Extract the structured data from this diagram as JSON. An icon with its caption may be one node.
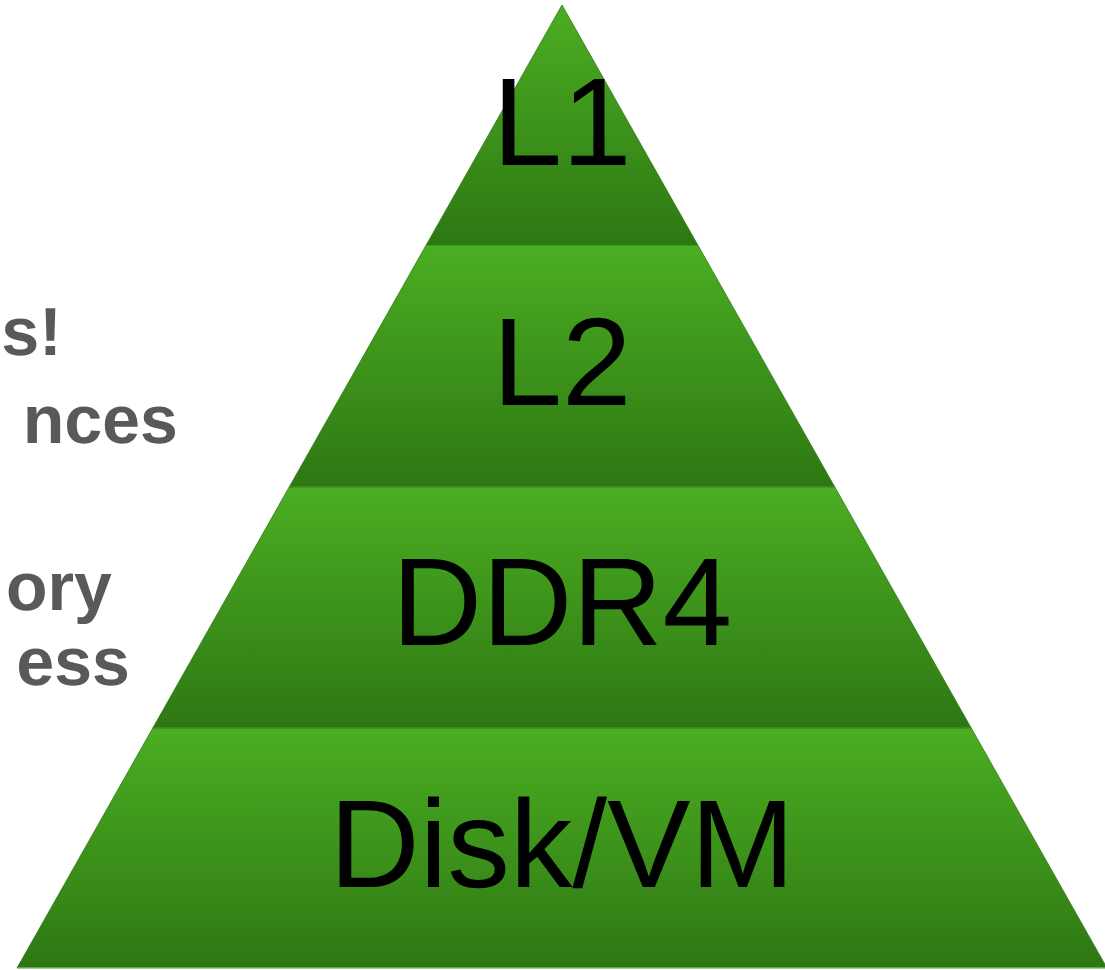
{
  "diagram": {
    "nodes": [
      {
        "text": [
          "L1"
        ]
      },
      {
        "text": [
          "L2"
        ]
      },
      {
        "text": [
          "DDR4"
        ]
      },
      {
        "text": [
          "Disk/VM"
        ]
      }
    ],
    "labels": [
      "s!",
      "nces",
      "ory",
      "ess"
    ]
  }
}
